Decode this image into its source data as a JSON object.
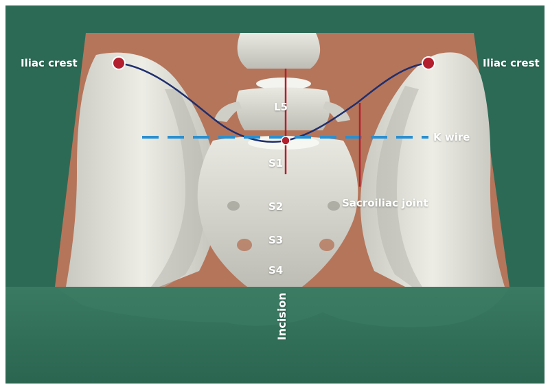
{
  "labels": {
    "iliac_crest_left": "Iliac crest",
    "iliac_crest_right": "Iliac crest",
    "l5": "L5",
    "k_wire": "K wire",
    "s1": "S1",
    "sacroiliac_joint": "Sacroiliac joint",
    "s2": "S2",
    "s3": "S3",
    "s4": "S4",
    "incision": "Incision"
  },
  "colors": {
    "frame_green": "#2c6a56",
    "lower_green": "#2f6c57",
    "skin_window": "#b5755a",
    "bone": "#dcdcd4",
    "bone_shadow": "#a9aaa2",
    "crest_line": "#1f2f6e",
    "marker_red": "#b31f2e",
    "k_wire_blue": "#2a8fd0"
  }
}
